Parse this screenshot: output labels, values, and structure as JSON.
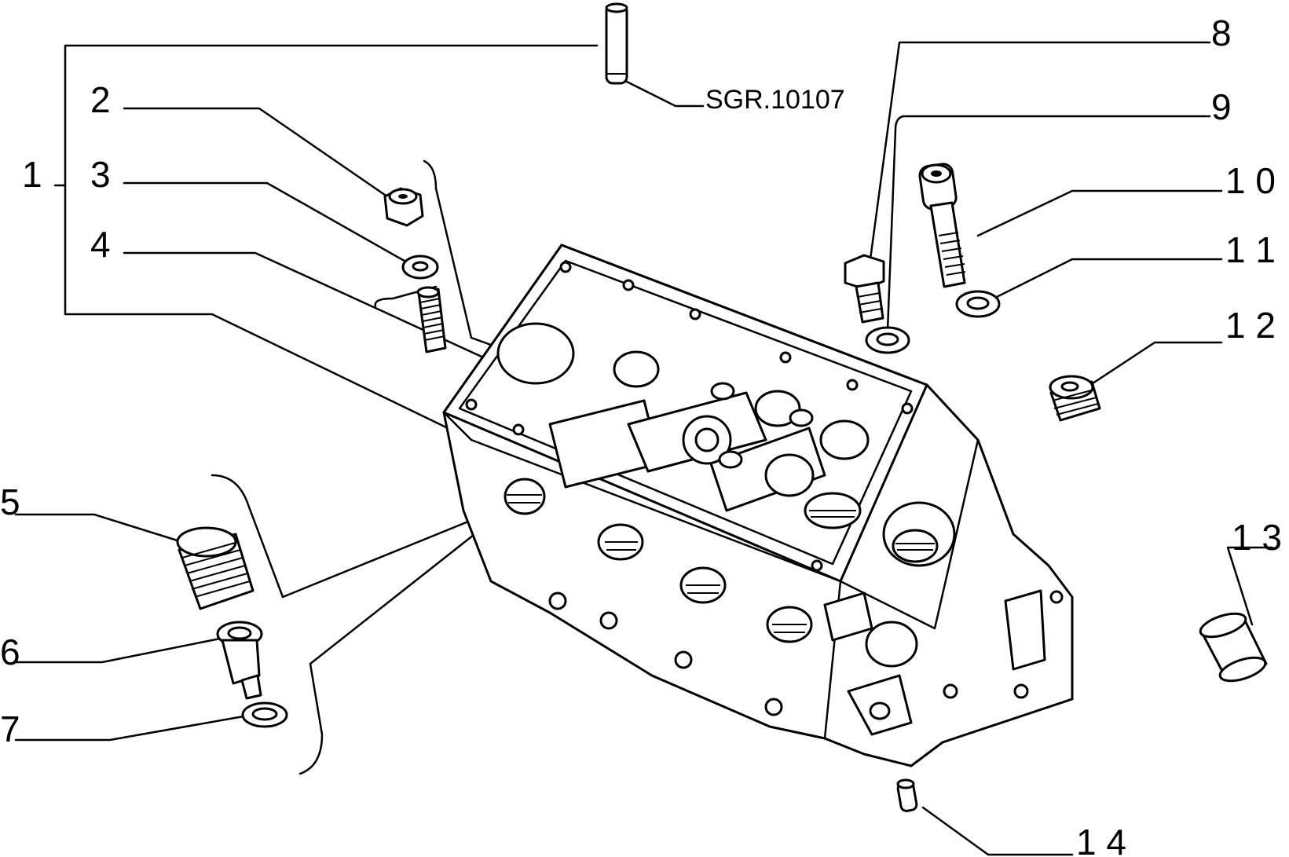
{
  "callouts": {
    "c1": "1",
    "c2": "2",
    "c3": "3",
    "c4": "4",
    "c5": "5",
    "c6": "6",
    "c7": "7",
    "c8": "8",
    "c9": "9",
    "c10": "1 0",
    "c11": "1 1",
    "c12": "1 2",
    "c13": "1 3",
    "c14": "1 4"
  },
  "part_code": "SGR.10107",
  "colors": {
    "ink": "#000000",
    "background": "#ffffff"
  }
}
